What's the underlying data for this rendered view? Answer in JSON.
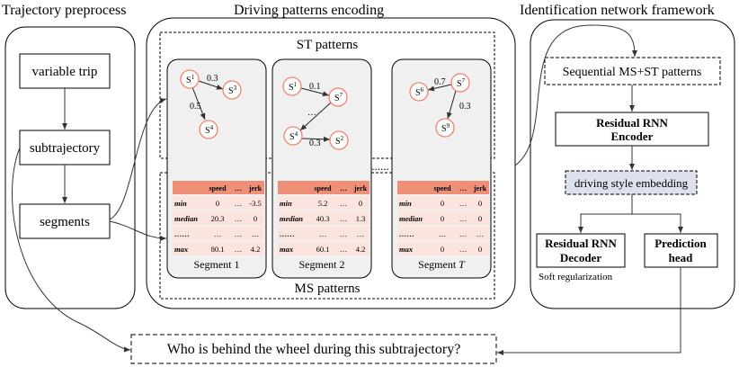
{
  "sections": {
    "left_title": "Trajectory preprocess",
    "middle_title": "Driving patterns encoding",
    "right_title": "Identification network framework"
  },
  "preprocess": {
    "variable_trip": "variable trip",
    "subtrajectory": "subtrajectory",
    "segments": "segments"
  },
  "encoding": {
    "st_label": "ST patterns",
    "ms_label": "MS patterns",
    "ellipsis": "......",
    "segments": [
      {
        "caption": "Segment 1",
        "graph": {
          "nodes": [
            {
              "sym": "S",
              "sup": "1"
            },
            {
              "sym": "S",
              "sup": "3"
            },
            {
              "sym": "S",
              "sup": "4"
            }
          ],
          "edges": [
            {
              "w": "0.3"
            },
            {
              "w": "0.5"
            }
          ]
        },
        "table": {
          "header": [
            "",
            "speed",
            "…",
            "jerk"
          ],
          "rows": [
            [
              "min",
              "0",
              "…",
              "-3.5"
            ],
            [
              "median",
              "20.3",
              "…",
              "0"
            ],
            [
              "……",
              "…",
              "…",
              "…"
            ],
            [
              "max",
              "80.1",
              "…",
              "4.2"
            ]
          ]
        }
      },
      {
        "caption": "Segment 2",
        "graph": {
          "nodes": [
            {
              "sym": "S",
              "sup": "1"
            },
            {
              "sym": "S",
              "sup": "7"
            },
            {
              "sym": "S",
              "sup": "4"
            },
            {
              "sym": "S",
              "sup": "2"
            }
          ],
          "edges": [
            {
              "w": "0.1"
            },
            {
              "w": "…"
            },
            {
              "w": "0.3"
            }
          ]
        },
        "table": {
          "header": [
            "",
            "speed",
            "…",
            "jerk"
          ],
          "rows": [
            [
              "min",
              "5.2",
              "…",
              "0"
            ],
            [
              "median",
              "40.3",
              "…",
              "1.3"
            ],
            [
              "……",
              "…",
              "…",
              "…"
            ],
            [
              "max",
              "60.1",
              "…",
              "4.2"
            ]
          ]
        }
      },
      {
        "caption_prefix": "Segment ",
        "caption_var": "T",
        "graph": {
          "nodes": [
            {
              "sym": "S",
              "sup": "6"
            },
            {
              "sym": "S",
              "sup": "7"
            },
            {
              "sym": "S",
              "sup": "9"
            }
          ],
          "edges": [
            {
              "w": "0.7"
            },
            {
              "w": "0.3"
            }
          ]
        },
        "table": {
          "header": [
            "",
            "speed",
            "…",
            "jerk"
          ],
          "rows": [
            [
              "min",
              "0",
              "…",
              "0"
            ],
            [
              "median",
              "0",
              "…",
              "0"
            ],
            [
              "……",
              "…",
              "…",
              "…"
            ],
            [
              "max",
              "0",
              "…",
              "0"
            ]
          ]
        }
      }
    ]
  },
  "network": {
    "input": "Sequential MS+ST patterns",
    "encoder_line1": "Residual RNN",
    "encoder_line2": "Encoder",
    "embedding": "driving style embedding",
    "decoder_line1": "Residual RNN",
    "decoder_line2": "Decoder",
    "head_line1": "Prediction",
    "head_line2": "head",
    "soft_reg": "Soft regularization"
  },
  "question": "Who is behind the wheel during this subtrajectory?",
  "colors": {
    "node_stroke": "#f0826b",
    "table_header": "#f08f78",
    "table_row": "#fbe3de",
    "panel_fill": "#f0f0f0",
    "embedding_fill": "#dde0ee"
  }
}
